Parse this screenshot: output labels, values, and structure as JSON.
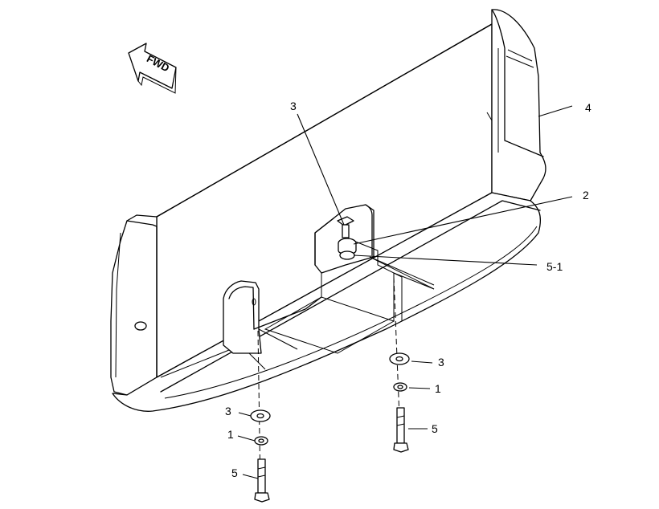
{
  "direction_label": "FWD",
  "callouts": {
    "c3_top": "3",
    "c4": "4",
    "c2": "2",
    "c5_1": "5-1",
    "c3_right": "3",
    "c1_right": "1",
    "c5_right": "5",
    "c3_left": "3",
    "c1_left": "1",
    "c5_left": "5"
  }
}
